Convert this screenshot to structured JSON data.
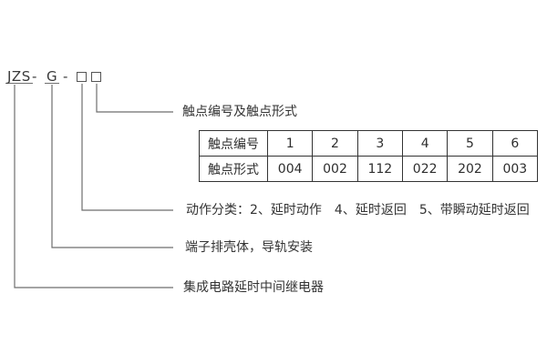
{
  "diagram": {
    "model_code": {
      "prefix": "JZS",
      "separator": "-",
      "series": "G",
      "placeholder_boxes": 2
    },
    "labels": {
      "contact_form": "触点编号及触点形式",
      "action_class": "动作分类：2、延时动作　4、延时返回　5、带瞬动延时返回",
      "housing": "端子排壳体，导轨安装",
      "product": "集成电路延时中间继电器"
    },
    "contact_table": {
      "rows": [
        {
          "header": "触点编号",
          "values": [
            "1",
            "2",
            "3",
            "4",
            "5",
            "6"
          ]
        },
        {
          "header": "触点形式",
          "values": [
            "004",
            "002",
            "112",
            "022",
            "202",
            "003"
          ]
        }
      ]
    },
    "colors": {
      "background": "#ffffff",
      "text": "#333333",
      "line": "#6e6e6e",
      "table_border": "#333333"
    }
  }
}
